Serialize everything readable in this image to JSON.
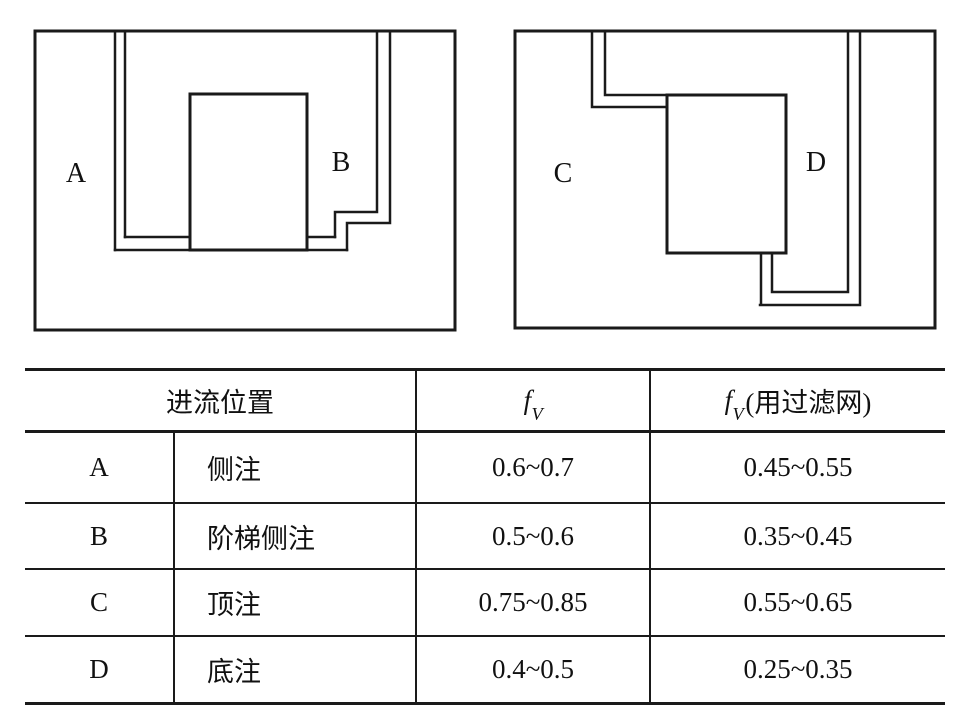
{
  "diagrams": {
    "left": {
      "label_a": "A",
      "label_b": "B"
    },
    "right": {
      "label_c": "C",
      "label_d": "D"
    }
  },
  "table": {
    "header": {
      "position_label": "进流位置",
      "fv_symbol": "f",
      "fv_sub": "V",
      "fv_filter_symbol": "f",
      "fv_filter_sub": "V",
      "fv_filter_suffix": "(用过滤网)"
    },
    "rows": [
      {
        "key": "A",
        "name": "侧注",
        "fv": "0.6~0.7",
        "fv_filter": "0.45~0.55"
      },
      {
        "key": "B",
        "name": "阶梯侧注",
        "fv": "0.5~0.6",
        "fv_filter": "0.35~0.45"
      },
      {
        "key": "C",
        "name": "顶注",
        "fv": "0.75~0.85",
        "fv_filter": "0.55~0.65"
      },
      {
        "key": "D",
        "name": "底注",
        "fv": "0.4~0.5",
        "fv_filter": "0.25~0.35"
      }
    ]
  },
  "colors": {
    "line": "#1a1a1a",
    "background": "#ffffff"
  }
}
